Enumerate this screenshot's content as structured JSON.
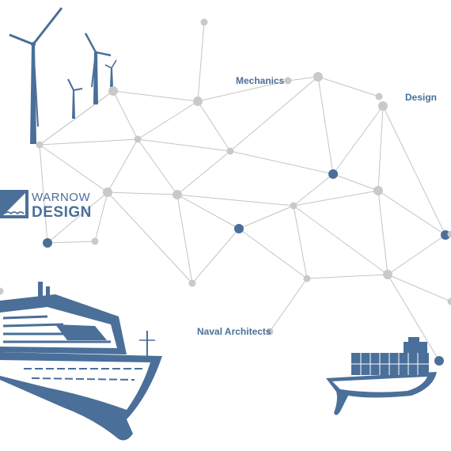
{
  "brand": {
    "line1": "WARNOW",
    "line2": "DESIGN"
  },
  "labels": {
    "mechanics": "Mechanics",
    "design": "Design",
    "naval": "Naval Architects"
  },
  "colors": {
    "accent": "#4a6f99",
    "node_grey": "#c9c9c9",
    "line_grey": "#c4c4c4"
  }
}
